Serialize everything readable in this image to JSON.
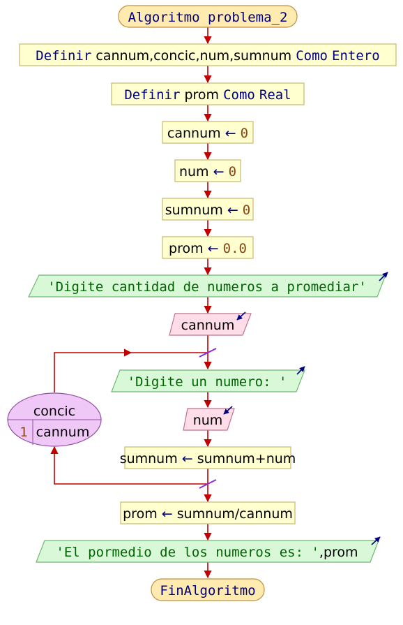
{
  "colors": {
    "flow_line": "#c00000",
    "keyword": "#00007f",
    "text": "#000000",
    "number": "#8b4513",
    "string": "#006400",
    "assign_fill": "#ffffd0",
    "assign_border": "#c8b870",
    "terminal_fill": "#ffeab0",
    "terminal_border": "#c09040",
    "output_fill": "#d8f8d8",
    "output_border": "#70b870",
    "input_fill": "#ffdde8",
    "input_border": "#c07090",
    "loop_fill": "#f0c8f8",
    "loop_border": "#9050a0",
    "loop_marker": "#8a2be2"
  },
  "flowchart": {
    "start": {
      "text": "Algoritmo problema_2"
    },
    "define_integers": {
      "kw1": "Definir",
      "vars": "cannum,concic,num,sumnum",
      "kw2": "Como",
      "type": "Entero"
    },
    "define_real": {
      "kw1": "Definir",
      "vars": "prom",
      "kw2": "Como",
      "type": "Real"
    },
    "assign_cannum": {
      "var": "cannum",
      "arrow": "←",
      "value": "0"
    },
    "assign_num": {
      "var": "num",
      "arrow": "←",
      "value": "0"
    },
    "assign_sumnum": {
      "var": "sumnum",
      "arrow": "←",
      "value": "0"
    },
    "assign_prom": {
      "var": "prom",
      "arrow": "←",
      "value": "0.0"
    },
    "output_prompt_count": {
      "text": "'Digite cantidad de numeros a promediar'"
    },
    "input_cannum": {
      "text": "cannum"
    },
    "loop": {
      "variable": "concic",
      "start_value": "1",
      "end_value": "cannum",
      "output_prompt_number": {
        "text": "'Digite un numero: '"
      },
      "input_num": {
        "text": "num"
      },
      "assign_sum": {
        "var": "sumnum",
        "arrow": "←",
        "expr": "sumnum+num"
      }
    },
    "assign_avg": {
      "var": "prom",
      "arrow": "←",
      "expr": "sumnum/cannum"
    },
    "output_result": {
      "text": "'El pormedio de los numeros es: '",
      "suffix": ",prom"
    },
    "end": {
      "text": "FinAlgoritmo"
    }
  }
}
